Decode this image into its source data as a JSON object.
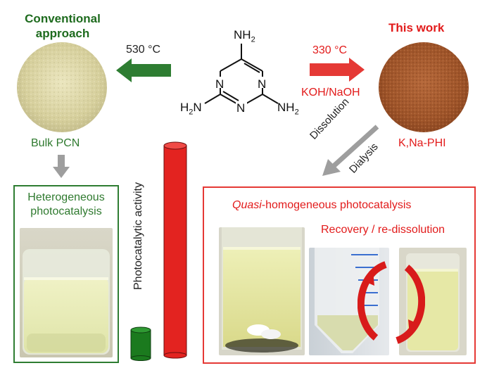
{
  "conventional": {
    "title_line1": "Conventional",
    "title_line2": "approach",
    "temperature": "530 °C",
    "product": "Bulk PCN",
    "box_title_line1": "Heterogeneous",
    "box_title_line2": "photocatalysis"
  },
  "this_work": {
    "title": "This work",
    "temperature": "330 °C",
    "reagent": "KOH/NaOH",
    "product": "K,Na-PHI",
    "step1": "Dissolution",
    "step2": "Dialysis",
    "box_title_italic": "Quasi",
    "box_title_rest": "-homogeneous photocatalysis",
    "recovery_label": "Recovery / re-dissolution"
  },
  "melamine": {
    "nh2_top": "NH",
    "nh2_left": "H",
    "nh2_right": "NH",
    "n_atom": "N",
    "sub_2": "2"
  },
  "activity_label": "Photocatalytic activity",
  "colors": {
    "green": "#2e7d32",
    "red": "#e53935",
    "grey_arrow": "#9e9e9e",
    "pcn_powder": "#d8d3a4",
    "phi_powder": "#a5582a"
  }
}
